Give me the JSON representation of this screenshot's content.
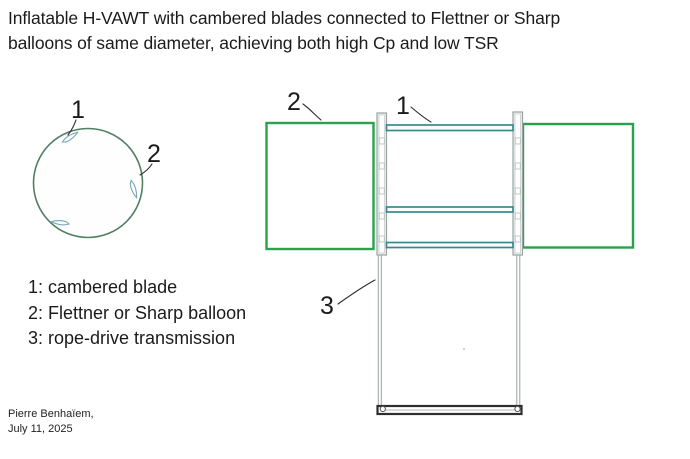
{
  "title": {
    "line1": "Inflatable H-VAWT with cambered blades connected to Flettner or Sharp",
    "line2": "balloons of same diameter, achieving both high Cp and low TSR"
  },
  "top_view": {
    "blade_label": "1",
    "balloon_label": "2"
  },
  "front_view": {
    "balloon_label": "2",
    "blade_label": "1",
    "transmission_label": "3"
  },
  "legend": {
    "items": [
      "1: cambered blade",
      "2: Flettner or Sharp balloon",
      "3: rope-drive transmission"
    ]
  },
  "attribution": {
    "author": "Pierre Benhaïem,",
    "date": "July 11, 2025"
  },
  "colors": {
    "ink": "#1b1b1b",
    "balloon-green": "#2aa24c",
    "blade-teal": "#37898e",
    "circle-green": "#527f63",
    "airfoil-blue": "#78a7b8",
    "frame-gray": "#9aa3a3"
  }
}
